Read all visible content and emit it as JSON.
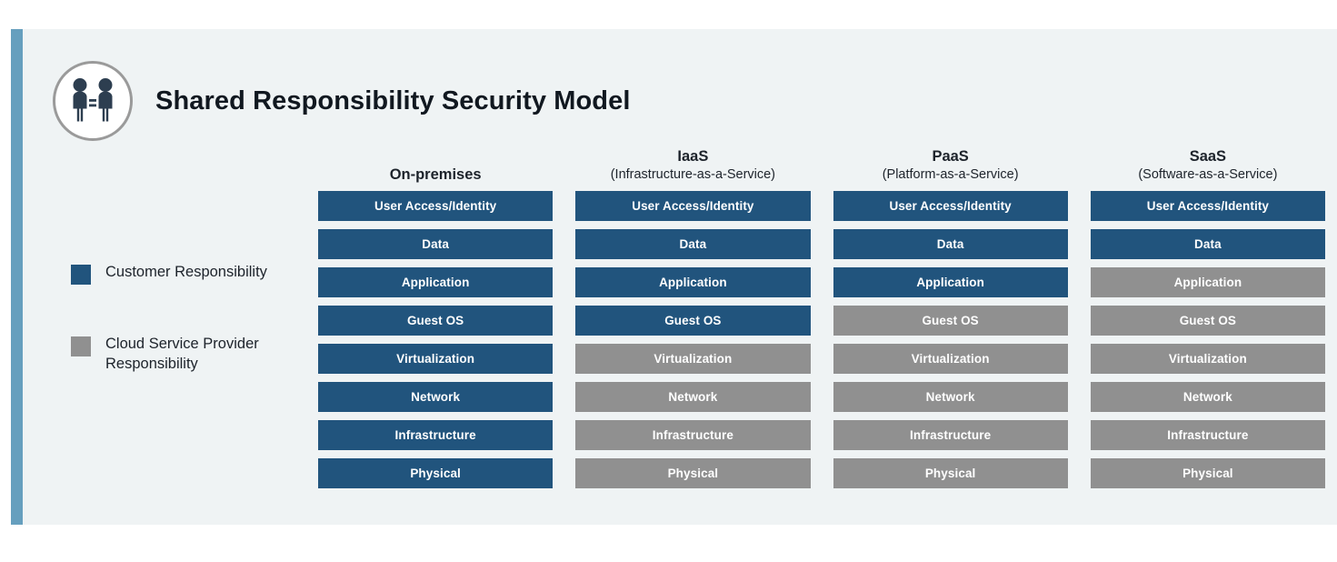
{
  "title": "Shared Responsibility Security Model",
  "brand_icon": "two-people-equals-icon",
  "colors": {
    "customer": "#21547d",
    "provider": "#909090",
    "panel_background": "#eff3f4",
    "accent_bar": "#669fbe",
    "circle_border": "#9a9a9a",
    "text": "#1d232b"
  },
  "legend": {
    "items": [
      {
        "label": "Customer Responsibility",
        "key": "customer",
        "swatch_color": "#21547d"
      },
      {
        "label": "Cloud Service Provider Responsibility",
        "key": "provider",
        "swatch_color": "#909090"
      }
    ]
  },
  "layers": [
    "User Access/Identity",
    "Data",
    "Application",
    "Guest OS",
    "Virtualization",
    "Network",
    "Infrastructure",
    "Physical"
  ],
  "columns": [
    {
      "title": "On-premises",
      "subtitle": "",
      "cells": [
        {
          "label": "User Access/Identity",
          "owner": "customer"
        },
        {
          "label": "Data",
          "owner": "customer"
        },
        {
          "label": "Application",
          "owner": "customer"
        },
        {
          "label": "Guest OS",
          "owner": "customer"
        },
        {
          "label": "Virtualization",
          "owner": "customer"
        },
        {
          "label": "Network",
          "owner": "customer"
        },
        {
          "label": "Infrastructure",
          "owner": "customer"
        },
        {
          "label": "Physical",
          "owner": "customer"
        }
      ]
    },
    {
      "title": "IaaS",
      "subtitle": "(Infrastructure-as-a-Service)",
      "cells": [
        {
          "label": "User Access/Identity",
          "owner": "customer"
        },
        {
          "label": "Data",
          "owner": "customer"
        },
        {
          "label": "Application",
          "owner": "customer"
        },
        {
          "label": "Guest OS",
          "owner": "customer"
        },
        {
          "label": "Virtualization",
          "owner": "provider"
        },
        {
          "label": "Network",
          "owner": "provider"
        },
        {
          "label": "Infrastructure",
          "owner": "provider"
        },
        {
          "label": "Physical",
          "owner": "provider"
        }
      ]
    },
    {
      "title": "PaaS",
      "subtitle": "(Platform-as-a-Service)",
      "cells": [
        {
          "label": "User Access/Identity",
          "owner": "customer"
        },
        {
          "label": "Data",
          "owner": "customer"
        },
        {
          "label": "Application",
          "owner": "customer"
        },
        {
          "label": "Guest OS",
          "owner": "provider"
        },
        {
          "label": "Virtualization",
          "owner": "provider"
        },
        {
          "label": "Network",
          "owner": "provider"
        },
        {
          "label": "Infrastructure",
          "owner": "provider"
        },
        {
          "label": "Physical",
          "owner": "provider"
        }
      ]
    },
    {
      "title": "SaaS",
      "subtitle": "(Software-as-a-Service)",
      "cells": [
        {
          "label": "User Access/Identity",
          "owner": "customer"
        },
        {
          "label": "Data",
          "owner": "customer"
        },
        {
          "label": "Application",
          "owner": "provider"
        },
        {
          "label": "Guest OS",
          "owner": "provider"
        },
        {
          "label": "Virtualization",
          "owner": "provider"
        },
        {
          "label": "Network",
          "owner": "provider"
        },
        {
          "label": "Infrastructure",
          "owner": "provider"
        },
        {
          "label": "Physical",
          "owner": "provider"
        }
      ]
    }
  ]
}
